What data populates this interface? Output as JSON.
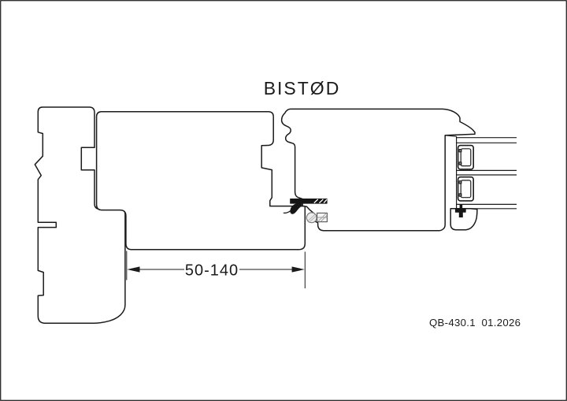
{
  "drawing": {
    "title": "BISTØD",
    "dimension": {
      "label": "50-140"
    },
    "footer": {
      "doc_number": "QB-430.1",
      "date": "01.2026"
    },
    "colors": {
      "line": "#1b1b1b",
      "background": "#ffffff",
      "seal": "#161616",
      "hatch": "#8a8a8a"
    }
  }
}
